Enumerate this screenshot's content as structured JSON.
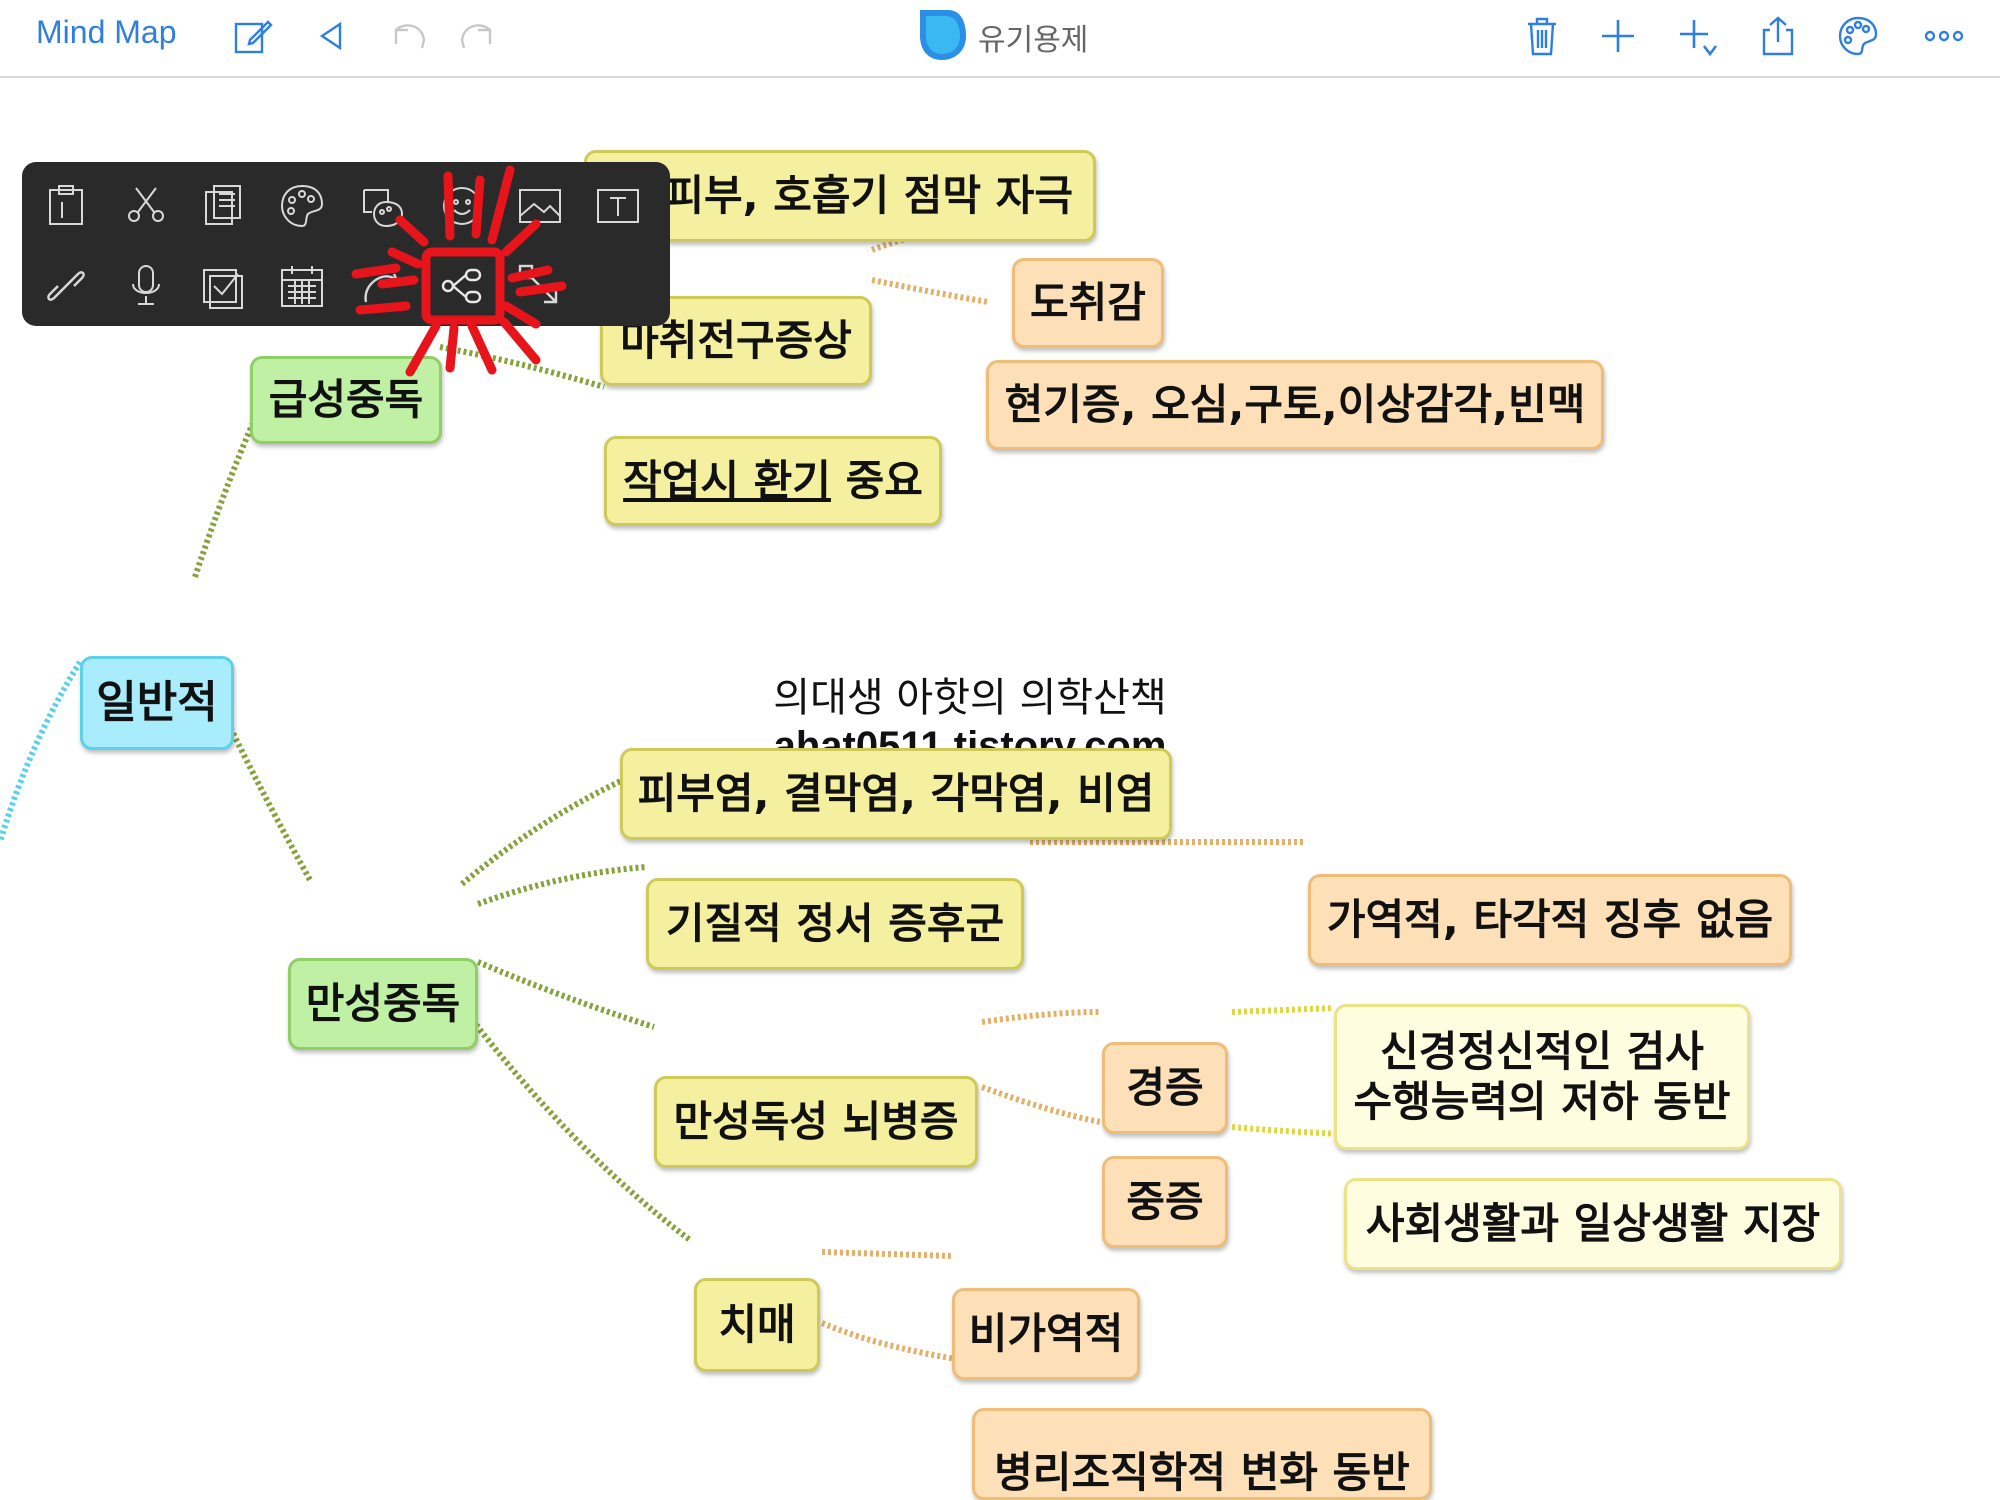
{
  "toolbar": {
    "back_label": "Mind Map",
    "document_title": "유기용제",
    "left_icons": [
      "edit-icon",
      "play-back-icon",
      "undo-icon",
      "redo-icon"
    ],
    "right_icons": [
      "trash-icon",
      "add-child-icon",
      "add-sibling-icon",
      "share-icon",
      "theme-palette-icon",
      "more-icon"
    ],
    "accent_color": "#2f7fe0"
  },
  "popup_menu": {
    "row1": [
      "paste-icon",
      "cut-icon",
      "copy-icon",
      "style-palette-icon",
      "image-palette-icon",
      "emoji-icon",
      "image-icon",
      "text-icon"
    ],
    "row2": [
      "link-icon",
      "microphone-icon",
      "task-checkbox-icon",
      "calendar-icon",
      "relation-icon",
      "branch-icon",
      "resize-icon"
    ],
    "highlighted": "branch-icon"
  },
  "mindmap": {
    "root": "일반적",
    "acute": {
      "label": "급성중독",
      "items": {
        "irritation": "피부, 호흡기 점막 자극",
        "prodrome": "마취전구증상",
        "intoxication": "도취감",
        "symptoms": "현기증, 오심,구토,이상감각,빈맥",
        "ventilation_underlined": "작업시 환기",
        "ventilation_rest": " 중요"
      }
    },
    "chronic": {
      "label": "만성중독",
      "items": {
        "dermatitis": "피부염, 결막염, 각막염, 비염",
        "organic_syndrome": "기질적 정서 증후군",
        "reversible": "가역적, 타각적 징후 없음",
        "encephalopathy": "만성독성 뇌병증",
        "mild": "경증",
        "mild_desc_1": "신경정신적인 검사",
        "mild_desc_2": "수행능력의 저하 동반",
        "severe": "중증",
        "severe_desc": "사회생활과 일상생활 지장",
        "dementia": "치매",
        "irreversible": "비가역적",
        "pathology": "병리조직학적 변화 동반"
      }
    }
  },
  "watermark": {
    "line1": "의대생 아핫의 의학산책",
    "line2": "ahat0511.tistory.com"
  },
  "colors": {
    "root_fill": "#a9ecfb",
    "green_fill": "#bff0a4",
    "yellow_fill": "#f4f0a0",
    "orange_fill": "#fde0b8",
    "light_fill": "#fffde0",
    "highlight_scribble": "#e8141b"
  }
}
